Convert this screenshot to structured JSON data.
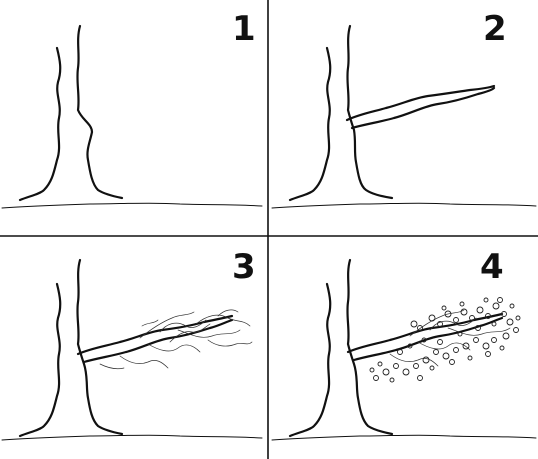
{
  "panels": [
    {
      "label": "1",
      "stage": "trunk"
    },
    {
      "label": "2",
      "stage": "branch"
    },
    {
      "label": "3",
      "stage": "twigs"
    },
    {
      "label": "4",
      "stage": "foliage"
    }
  ],
  "colors": {
    "ink": "#111111",
    "background": "#ffffff"
  }
}
